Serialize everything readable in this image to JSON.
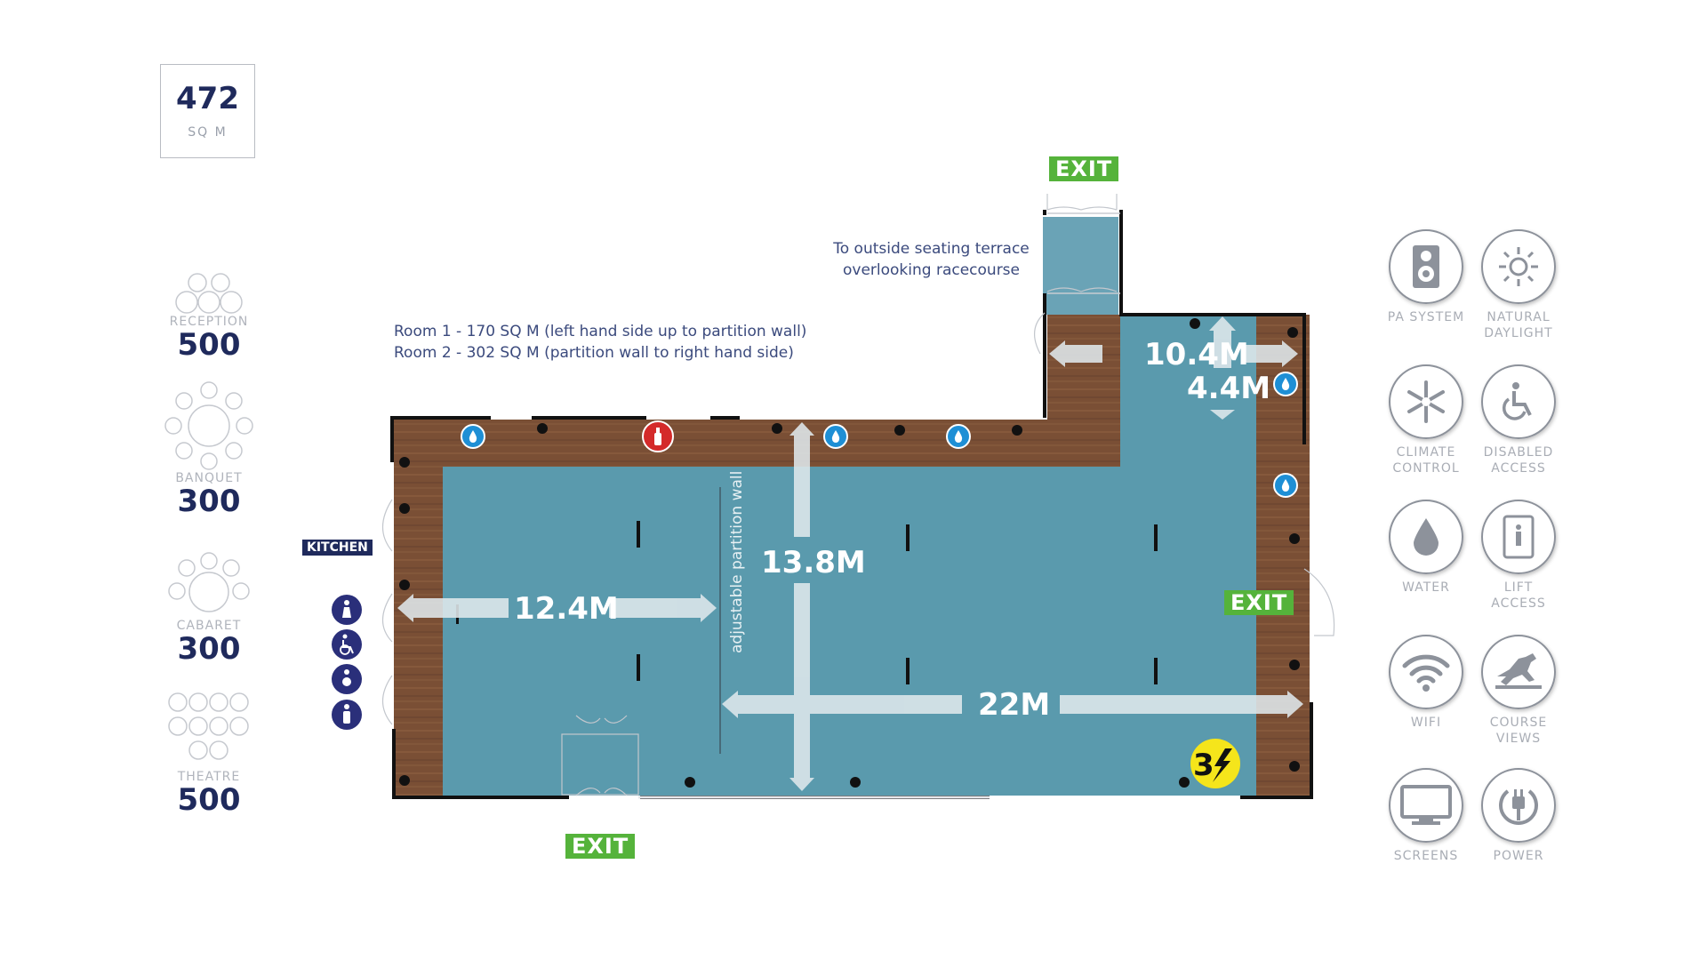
{
  "area": {
    "value": "472",
    "unit": "SQ M"
  },
  "capacities": [
    {
      "label": "RECEPTION",
      "value": "500"
    },
    {
      "label": "BANQUET",
      "value": "300"
    },
    {
      "label": "CABARET",
      "value": "300"
    },
    {
      "label": "THEATRE",
      "value": "500"
    }
  ],
  "notes": {
    "terrace_line1": "To outside seating terrace",
    "terrace_line2": "overlooking racecourse",
    "room1": "Room 1 - 170 SQ M (left hand side up to partition wall)",
    "room2": "Room 2 - 302 SQ M (partition wall to right hand side)",
    "partition": "adjustable partition wall"
  },
  "labels": {
    "exit": "EXIT",
    "kitchen": "KITCHEN"
  },
  "dimensions": {
    "d1": "10.4M",
    "d2": "4.4M",
    "d3": "13.8M",
    "d4": "12.4M",
    "d5": "22M"
  },
  "power_badge": "3",
  "amenities": [
    {
      "label_line1": "PA SYSTEM",
      "label_line2": "",
      "icon": "speaker-icon"
    },
    {
      "label_line1": "NATURAL",
      "label_line2": "DAYLIGHT",
      "icon": "sun-icon"
    },
    {
      "label_line1": "CLIMATE",
      "label_line2": "CONTROL",
      "icon": "snowflake-icon"
    },
    {
      "label_line1": "DISABLED",
      "label_line2": "ACCESS",
      "icon": "wheelchair-icon"
    },
    {
      "label_line1": "WATER",
      "label_line2": "",
      "icon": "water-drop-icon"
    },
    {
      "label_line1": "LIFT",
      "label_line2": "ACCESS",
      "icon": "lift-icon"
    },
    {
      "label_line1": "WIFI",
      "label_line2": "",
      "icon": "wifi-icon"
    },
    {
      "label_line1": "COURSE",
      "label_line2": "VIEWS",
      "icon": "horse-jumper-icon"
    },
    {
      "label_line1": "SCREENS",
      "label_line2": "",
      "icon": "screen-icon"
    },
    {
      "label_line1": "POWER",
      "label_line2": "",
      "icon": "power-plug-icon"
    }
  ],
  "colors": {
    "floor": "#5a9aad",
    "wood": "#7a4f35",
    "navy": "#1f2a5c",
    "exit_green": "#55b33b",
    "water_blue": "#1e8fd5",
    "extinguisher_red": "#d42a2a",
    "badge_yellow": "#f5e51b"
  }
}
